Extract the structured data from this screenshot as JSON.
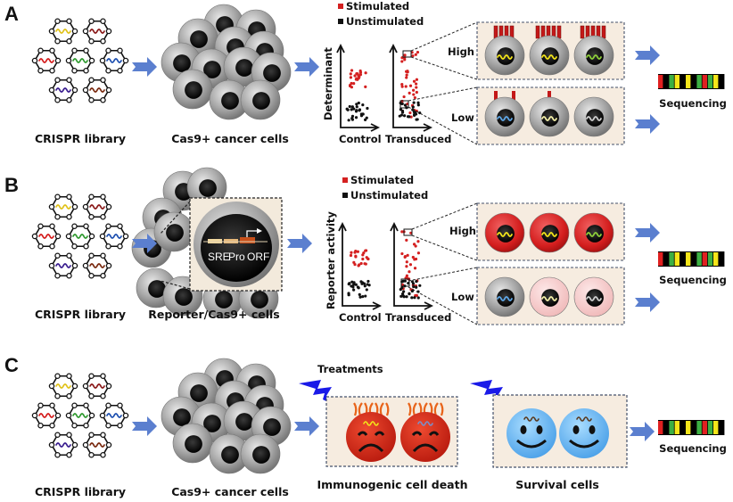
{
  "panels": [
    {
      "letter": "A",
      "library_label": "CRISPR library",
      "cells_label": "Cas9+ cancer  cells",
      "legend": {
        "stimulated": "Stimulated",
        "unstimulated": "Unstimulated"
      },
      "y_axis": "Determinant",
      "x_control": "Control",
      "x_transduced": "Transduced",
      "high_label": "High",
      "low_label": "Low",
      "sequencing_label": "Sequencing",
      "high_receptors": [
        4,
        5,
        5
      ],
      "low_receptors": [
        2,
        1,
        0
      ],
      "high_insert_colors": [
        "#f2e41a",
        "#f2e41a",
        "#8ecf3a"
      ],
      "low_insert_colors": [
        "#5fa8e8",
        "#f4f0a8",
        "#cfcfcf"
      ]
    },
    {
      "letter": "B",
      "library_label": "CRISPR library",
      "cells_label": "Reporter/Cas9+ cells",
      "reporter_parts": [
        "SRE",
        "Pro",
        "ORF"
      ],
      "legend": {
        "stimulated": "Stimulated",
        "unstimulated": "Unstimulated"
      },
      "y_axis": "Reporter activity",
      "x_control": "Control",
      "x_transduced": "Transduced",
      "high_label": "High",
      "low_label": "Low",
      "sequencing_label": "Sequencing",
      "high_insert_colors": [
        "#f2e41a",
        "#f2e41a",
        "#8ecf3a"
      ],
      "low_insert_colors": [
        "#5fa8e8",
        "#f4f0a8",
        "#cfcfcf"
      ]
    },
    {
      "letter": "C",
      "library_label": "CRISPR library",
      "cells_label": "Cas9+ cancer  cells",
      "treatment_label": "Treatments",
      "death_label": "Immunogenic cell death",
      "survival_label": "Survival cells",
      "sequencing_label": "Sequencing"
    }
  ],
  "library_insert_colors": [
    "#e0c21a",
    "#8b1a1a",
    "#d41c1c",
    "#2f9a2f",
    "#1d4fb0",
    "#3a1e8f",
    "#7a2a10"
  ],
  "barcode_colors": [
    "#e02020",
    "#000000",
    "#3cb043",
    "#f5e61a",
    "#000000",
    "#f5e61a",
    "#000000",
    "#3cb043",
    "#e02020",
    "#3cb043",
    "#f5e61a",
    "#000000"
  ],
  "colors": {
    "arrow": "#5b7fcf",
    "stimulated": "#d42020",
    "unstimulated": "#111111",
    "box_fill": "#f6ece0",
    "lightning": "#1a1ae8",
    "death_face": "#d42a18",
    "survival_face": "#6cb8f0"
  }
}
